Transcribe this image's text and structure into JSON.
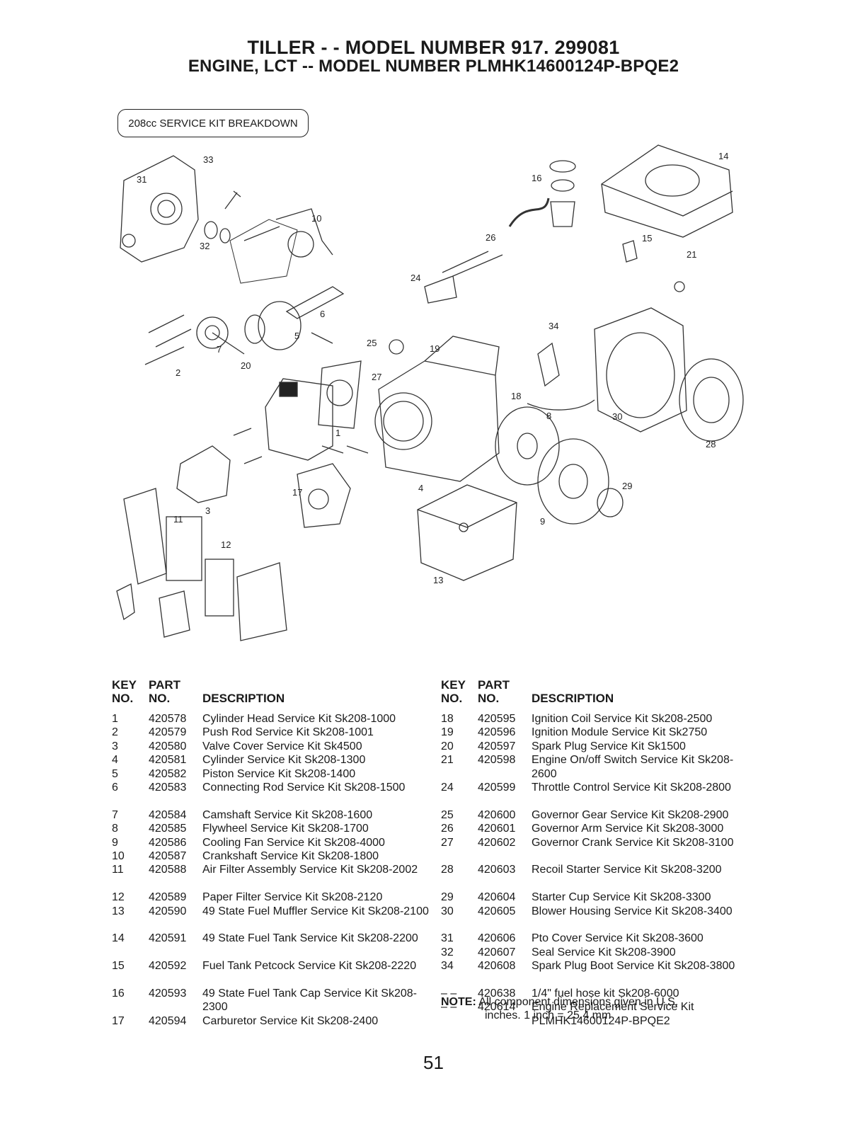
{
  "header": {
    "title_line1": "TILLER - - MODEL NUMBER 917. 299081",
    "title_line2": "ENGINE, LCT -- MODEL NUMBER PLMHK14600124P-BPQE2",
    "kit_label": "208cc SERVICE KIT BREAKDOWN"
  },
  "diagram": {
    "callouts": [
      "33",
      "31",
      "10",
      "32",
      "16",
      "14",
      "26",
      "15",
      "21",
      "24",
      "6",
      "34",
      "5",
      "7",
      "25",
      "19",
      "2",
      "20",
      "27",
      "18",
      "8",
      "30",
      "1",
      "28",
      "4",
      "29",
      "17",
      "3",
      "11",
      "9",
      "12",
      "13"
    ]
  },
  "table_headers": {
    "key_line1": "KEY",
    "key_line2": "NO.",
    "part_line1": "PART",
    "part_line2": "NO.",
    "description": "DESCRIPTION"
  },
  "left_rows": [
    {
      "key": "1",
      "part": "420578",
      "desc": "Cylinder Head Service Kit Sk208-1000"
    },
    {
      "key": "2",
      "part": "420579",
      "desc": "Push Rod Service Kit Sk208-1001"
    },
    {
      "key": "3",
      "part": "420580",
      "desc": "Valve Cover Service Kit Sk4500"
    },
    {
      "key": "4",
      "part": "420581",
      "desc": "Cylinder Service Kit Sk208-1300"
    },
    {
      "key": "5",
      "part": "420582",
      "desc": "Piston Service Kit Sk208-1400"
    },
    {
      "key": "6",
      "part": "420583",
      "desc": "Connecting Rod Service Kit Sk208-1500"
    },
    {
      "key": "7",
      "part": "420584",
      "desc": "Camshaft Service Kit Sk208-1600"
    },
    {
      "key": "8",
      "part": "420585",
      "desc": "Flywheel Service Kit Sk208-1700"
    },
    {
      "key": "9",
      "part": "420586",
      "desc": "Cooling Fan Service Kit Sk208-4000"
    },
    {
      "key": "10",
      "part": "420587",
      "desc": "Crankshaft Service Kit Sk208-1800"
    },
    {
      "key": "11",
      "part": "420588",
      "desc": "Air Filter Assembly Service Kit Sk208-2002"
    },
    {
      "key": "12",
      "part": "420589",
      "desc": "Paper Filter Service Kit Sk208-2120"
    },
    {
      "key": "13",
      "part": "420590",
      "desc": "49 State Fuel Muffler Service Kit Sk208-2100"
    },
    {
      "key": "14",
      "part": "420591",
      "desc": "49 State Fuel Tank Service Kit Sk208-2200"
    },
    {
      "key": "15",
      "part": "420592",
      "desc": "Fuel Tank Petcock Service Kit Sk208-2220"
    },
    {
      "key": "16",
      "part": "420593",
      "desc": "49 State Fuel Tank Cap Service Kit Sk208-2300"
    },
    {
      "key": "17",
      "part": "420594",
      "desc": "Carburetor Service Kit Sk208-2400"
    }
  ],
  "right_rows": [
    {
      "key": "18",
      "part": "420595",
      "desc": "Ignition Coil Service Kit Sk208-2500"
    },
    {
      "key": "19",
      "part": "420596",
      "desc": "Ignition Module Service Kit Sk2750"
    },
    {
      "key": "20",
      "part": "420597",
      "desc": "Spark Plug Service Kit Sk1500"
    },
    {
      "key": "21",
      "part": "420598",
      "desc": "Engine On/off Switch Service Kit Sk208-2600"
    },
    {
      "key": "24",
      "part": "420599",
      "desc": "Throttle Control Service Kit Sk208-2800"
    },
    {
      "key": "25",
      "part": "420600",
      "desc": "Governor Gear Service Kit Sk208-2900"
    },
    {
      "key": "26",
      "part": "420601",
      "desc": "Governor Arm Service Kit Sk208-3000"
    },
    {
      "key": "27",
      "part": "420602",
      "desc": "Governor Crank Service Kit Sk208-3100"
    },
    {
      "key": "28",
      "part": "420603",
      "desc": "Recoil Starter Service Kit Sk208-3200"
    },
    {
      "key": "29",
      "part": "420604",
      "desc": "Starter Cup Service Kit Sk208-3300"
    },
    {
      "key": "30",
      "part": "420605",
      "desc": "Blower Housing Service Kit Sk208-3400"
    },
    {
      "key": "31",
      "part": "420606",
      "desc": "Pto Cover Service Kit Sk208-3600"
    },
    {
      "key": "32",
      "part": "420607",
      "desc": "Seal Service Kit Sk208-3900"
    },
    {
      "key": "34",
      "part": "420608",
      "desc": "Spark Plug Boot Service Kit Sk208-3800"
    },
    {
      "key": "– –",
      "part": "420638",
      "desc": "1/4\" fuel hose kit Sk208-6000"
    },
    {
      "key": "– –",
      "part": "420614",
      "desc": "Engine Replacement Service Kit PLMHK14600124P-BPQE2"
    }
  ],
  "note": {
    "label": "NOTE:",
    "text_line1": "All component dimensions given in U.S.",
    "text_line2": "inches. 1 inch = 25.4 mm"
  },
  "page_number": "51"
}
